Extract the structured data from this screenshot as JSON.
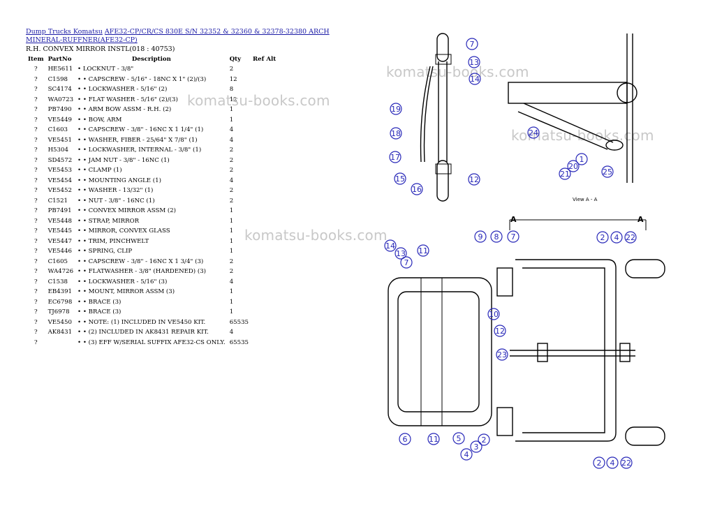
{
  "header": {
    "link1": "Dump Trucks Komatsu",
    "link2": "AFE32-CP/CR/CS 830E S/N 32352 & 32360 & 32378-32380 ARCH",
    "link3": "MINERAL-RUFFNER(AFE32-CP)",
    "subtitle": "R.H. CONVEX MIRROR INSTL(018 : 40753)"
  },
  "table": {
    "columns": [
      "Item",
      "PartNo",
      "Description",
      "Qty",
      "Ref Alt"
    ],
    "rows": [
      {
        "item": "?",
        "part": "HE5611",
        "desc": "• LOCKNUT - 3/8\"",
        "qty": "2"
      },
      {
        "item": "?",
        "part": "C1598",
        "desc": "• • CAPSCREW - 5/16\" - 18NC X 1\" (2)/(3)",
        "qty": "12"
      },
      {
        "item": "?",
        "part": "SC4174",
        "desc": "• • LOCKWASHER - 5/16\" (2)",
        "qty": "8"
      },
      {
        "item": "?",
        "part": "WA0723",
        "desc": "• • FLAT WASHER - 5/16\" (2)/(3)",
        "qty": "12"
      },
      {
        "item": "?",
        "part": "PB7490",
        "desc": "• • ARM BOW ASSM - R.H. (2)",
        "qty": "1"
      },
      {
        "item": "?",
        "part": "VE5449",
        "desc": "• • BOW, ARM",
        "qty": "1"
      },
      {
        "item": "?",
        "part": "C1603",
        "desc": "• • CAPSCREW - 3/8\" - 16NC X 1 1/4\" (1)",
        "qty": "4"
      },
      {
        "item": "?",
        "part": "VE5451",
        "desc": "• • WASHER, FIBER - 25/64\" X 7/8\" (1)",
        "qty": "4"
      },
      {
        "item": "?",
        "part": "H5304",
        "desc": "• • LOCKWASHER, INTERNAL - 3/8\" (1)",
        "qty": "2"
      },
      {
        "item": "?",
        "part": "SD4572",
        "desc": "• • JAM NUT - 3/8\" - 16NC (1)",
        "qty": "2"
      },
      {
        "item": "?",
        "part": "VE5453",
        "desc": "• • CLAMP (1)",
        "qty": "2"
      },
      {
        "item": "?",
        "part": "VE5454",
        "desc": "• • MOUNTING ANGLE (1)",
        "qty": "4"
      },
      {
        "item": "?",
        "part": "VE5452",
        "desc": "• • WASHER - 13/32\" (1)",
        "qty": "2"
      },
      {
        "item": "?",
        "part": "C1521",
        "desc": "• • NUT - 3/8\" - 16NC (1)",
        "qty": "2"
      },
      {
        "item": "?",
        "part": "PB7491",
        "desc": "• • CONVEX MIRROR ASSM (2)",
        "qty": "1"
      },
      {
        "item": "?",
        "part": "VE5448",
        "desc": "• • STRAP, MIRROR",
        "qty": "1"
      },
      {
        "item": "?",
        "part": "VE5445",
        "desc": "• • MIRROR, CONVEX GLASS",
        "qty": "1"
      },
      {
        "item": "?",
        "part": "VE5447",
        "desc": "• • TRIM, PINCHWELT",
        "qty": "1"
      },
      {
        "item": "?",
        "part": "VE5446",
        "desc": "• • SPRING, CLIP",
        "qty": "1"
      },
      {
        "item": "?",
        "part": "C1605",
        "desc": "• • CAPSCREW - 3/8\" - 16NC X 1 3/4\" (3)",
        "qty": "2"
      },
      {
        "item": "?",
        "part": "WA4726",
        "desc": "• • FLATWASHER - 3/8\" (HARDENED) (3)",
        "qty": "2"
      },
      {
        "item": "?",
        "part": "C1538",
        "desc": "• • LOCKWASHER - 5/16\" (3)",
        "qty": "4"
      },
      {
        "item": "?",
        "part": "EB4391",
        "desc": "• • MOUNT, MIRROR ASSM (3)",
        "qty": "1"
      },
      {
        "item": "?",
        "part": "EC6798",
        "desc": "• • BRACE (3)",
        "qty": "1"
      },
      {
        "item": "?",
        "part": "TJ6978",
        "desc": "• • BRACE (3)",
        "qty": "1"
      },
      {
        "item": "?",
        "part": "VE5450",
        "desc": "• • NOTE: (1) INCLUDED IN VE5450 KIT.",
        "qty": "65535"
      },
      {
        "item": "?",
        "part": "AK8431",
        "desc": "• • (2) INCLUDED IN AK8431 REPAIR KIT.",
        "qty": "4"
      },
      {
        "item": "?",
        "part": "",
        "desc": "• • (3) EFF W/SERIAL SUFFIX AFE32-CS ONLY.",
        "qty": "65535"
      }
    ]
  },
  "watermark": "komatsu-books.com",
  "diagram": {
    "view_label": "View A - A",
    "section_mark": "A",
    "callouts": {
      "c7": "7",
      "c13": "13",
      "c14": "14",
      "c19": "19",
      "c18": "18",
      "c17": "17",
      "c15": "15",
      "c16": "16",
      "c12": "12",
      "c24": "24",
      "c1": "1",
      "c20": "20",
      "c21": "21",
      "c25": "25",
      "c9": "9",
      "c8": "8",
      "c11": "11",
      "c10": "10",
      "c23": "23",
      "c6": "6",
      "c5": "5",
      "c4": "4",
      "c3": "3",
      "c2": "2",
      "c22": "22"
    }
  },
  "colors": {
    "link": "#1a1aa6",
    "callout": "#2727b8",
    "watermark": "#c8c8c8"
  }
}
